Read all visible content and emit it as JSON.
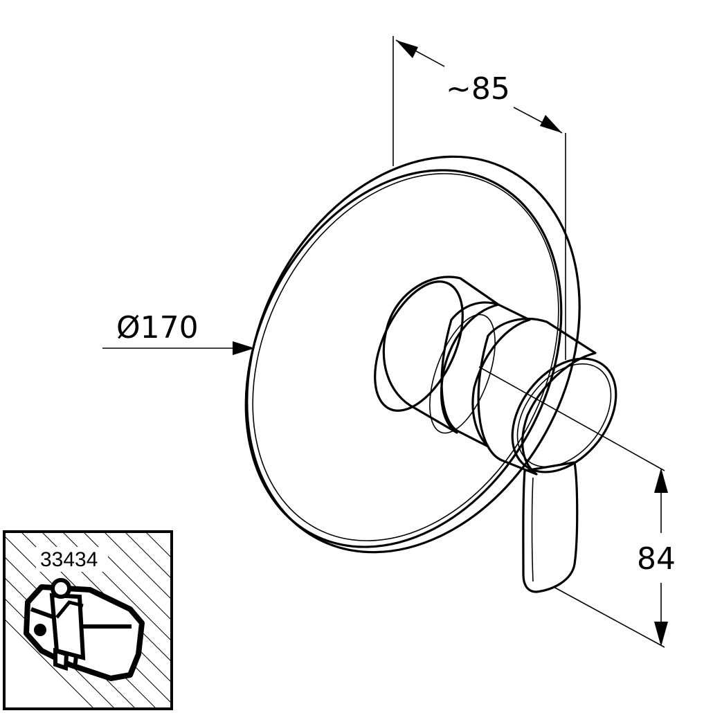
{
  "dimensions": {
    "depth": "~85",
    "diameter": "Ø170",
    "handle_height": "84"
  },
  "inset": {
    "article_number": "33434"
  }
}
